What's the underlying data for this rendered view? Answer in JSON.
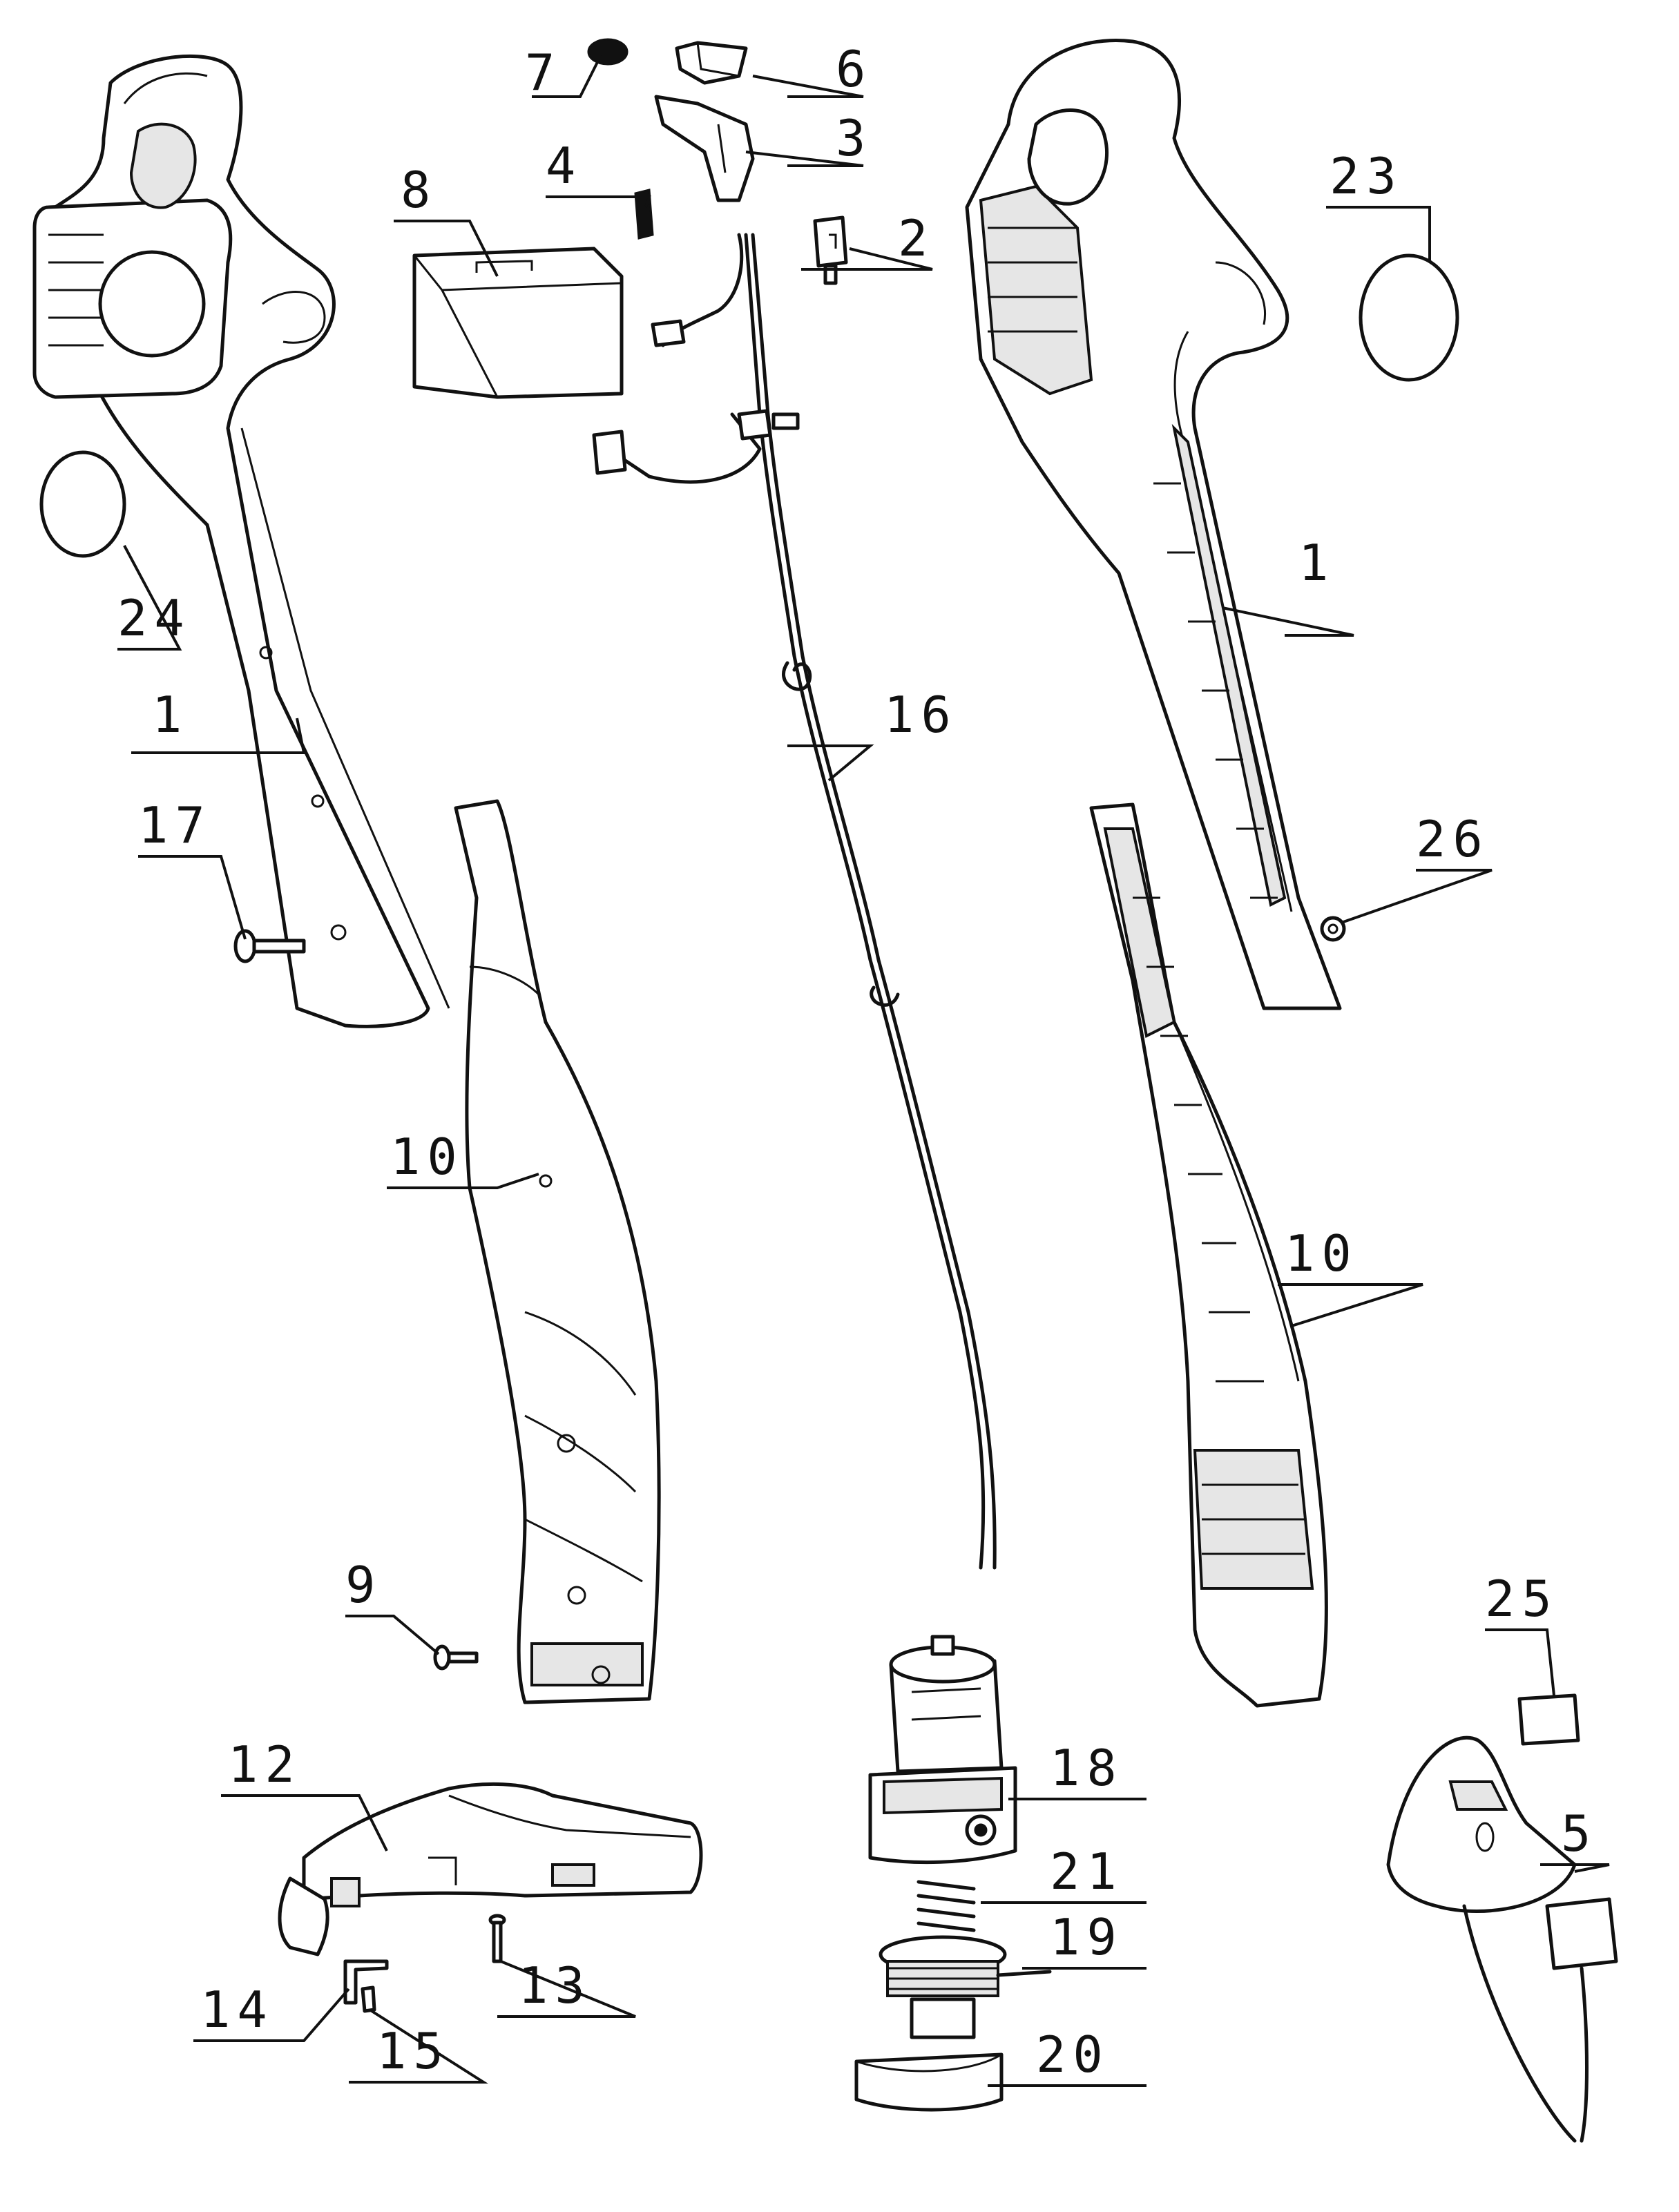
{
  "callouts": [
    {
      "id": "c1a",
      "label": "1"
    },
    {
      "id": "c1b",
      "label": "1"
    },
    {
      "id": "c2",
      "label": "2"
    },
    {
      "id": "c3",
      "label": "3"
    },
    {
      "id": "c4",
      "label": "4"
    },
    {
      "id": "c5",
      "label": "5"
    },
    {
      "id": "c6",
      "label": "6"
    },
    {
      "id": "c7",
      "label": "7"
    },
    {
      "id": "c8",
      "label": "8"
    },
    {
      "id": "c9",
      "label": "9"
    },
    {
      "id": "c10a",
      "label": "10"
    },
    {
      "id": "c10b",
      "label": "10"
    },
    {
      "id": "c12",
      "label": "12"
    },
    {
      "id": "c13",
      "label": "13"
    },
    {
      "id": "c14",
      "label": "14"
    },
    {
      "id": "c15",
      "label": "15"
    },
    {
      "id": "c16",
      "label": "16"
    },
    {
      "id": "c17",
      "label": "17"
    },
    {
      "id": "c18",
      "label": "18"
    },
    {
      "id": "c19",
      "label": "19"
    },
    {
      "id": "c20",
      "label": "20"
    },
    {
      "id": "c21",
      "label": "21"
    },
    {
      "id": "c23",
      "label": "23"
    },
    {
      "id": "c24",
      "label": "24"
    },
    {
      "id": "c25",
      "label": "25"
    },
    {
      "id": "c26",
      "label": "26"
    }
  ]
}
